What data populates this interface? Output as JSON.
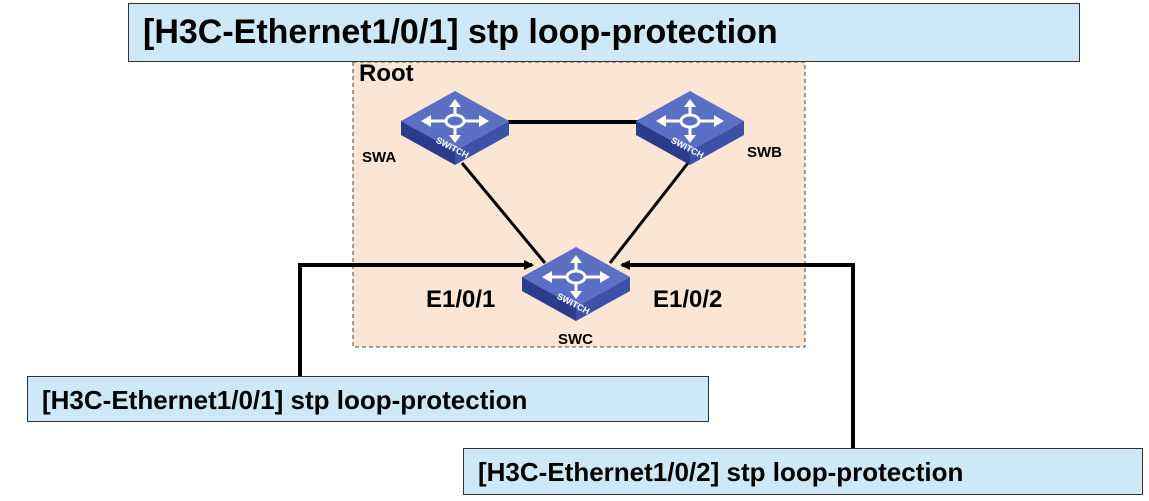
{
  "commands": {
    "top": "[H3C-Ethernet1/0/1] stp loop-protection",
    "left": "[H3C-Ethernet1/0/1] stp loop-protection",
    "right": "[H3C-Ethernet1/0/2] stp loop-protection"
  },
  "diagram": {
    "root_label": "Root",
    "switch_icon_text": "SWITCH",
    "switches": [
      {
        "id": "swa",
        "label": "SWA"
      },
      {
        "id": "swb",
        "label": "SWB"
      },
      {
        "id": "swc",
        "label": "SWC"
      }
    ],
    "ports": {
      "left": "E1/0/1",
      "right": "E1/0/2"
    }
  },
  "colors": {
    "area_fill": "#fbe5d5",
    "cmd_box_fill": "#cfe8f8",
    "switch_top": "#5b6fc4",
    "switch_side": "#2b3c8c",
    "link": "#000000"
  }
}
